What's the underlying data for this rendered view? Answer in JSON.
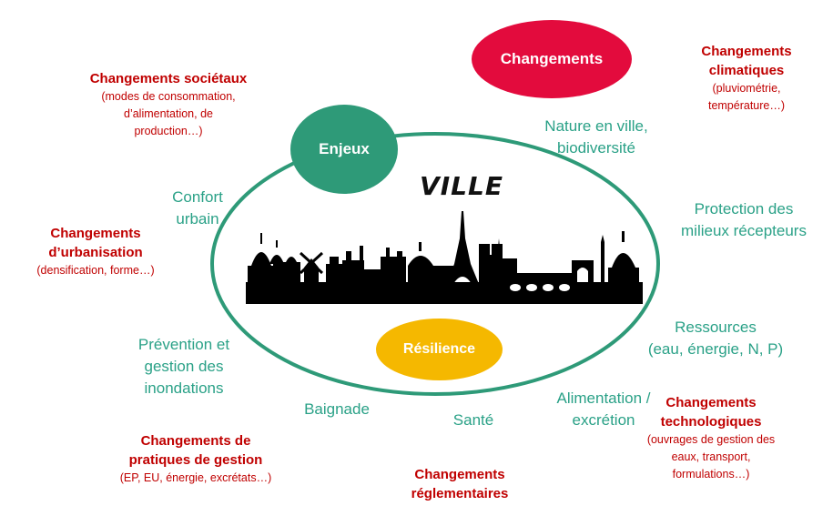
{
  "center": {
    "title": "VILLE"
  },
  "bubbles": {
    "changements": "Changements",
    "enjeux": "Enjeux",
    "resilience": "Résilience"
  },
  "colors": {
    "red": "#c00000",
    "bubble_red": "#e30b3d",
    "teal": "#2aa187",
    "teal_ring": "#2e9a78",
    "yellow": "#f5b800"
  },
  "drivers": {
    "societaux": {
      "title": "Changements sociétaux",
      "sub": [
        "(modes de consommation,",
        "d’alimentation, de",
        "production…)"
      ]
    },
    "climatiques": {
      "title": [
        "Changements",
        "climatiques"
      ],
      "sub": [
        "(pluviométrie,",
        "température…)"
      ]
    },
    "urbanisation": {
      "title": [
        "Changements",
        "d’urbanisation"
      ],
      "sub": [
        "(densification, forme…)"
      ]
    },
    "gestion": {
      "title": [
        "Changements de",
        "pratiques de gestion"
      ],
      "sub": [
        "(EP, EU, énergie, excrétats…)"
      ]
    },
    "reglementaires": {
      "title": [
        "Changements",
        "réglementaires"
      ]
    },
    "technologiques": {
      "title": [
        "Changements",
        "technologiques"
      ],
      "sub": [
        "(ouvrages de gestion des",
        "eaux, transport,",
        "formulations…)"
      ]
    }
  },
  "issues": {
    "nature": [
      "Nature en ville,",
      "biodiversité"
    ],
    "confort": [
      "Confort",
      "urbain"
    ],
    "protection": [
      "Protection des",
      "milieux récepteurs"
    ],
    "ressources": [
      "Ressources",
      "(eau, énergie, N, P)"
    ],
    "prevention": [
      "Prévention et",
      "gestion des",
      "inondations"
    ],
    "baignade": "Baignade",
    "sante": "Santé",
    "alimentation": [
      "Alimentation /",
      "excrétion"
    ]
  }
}
